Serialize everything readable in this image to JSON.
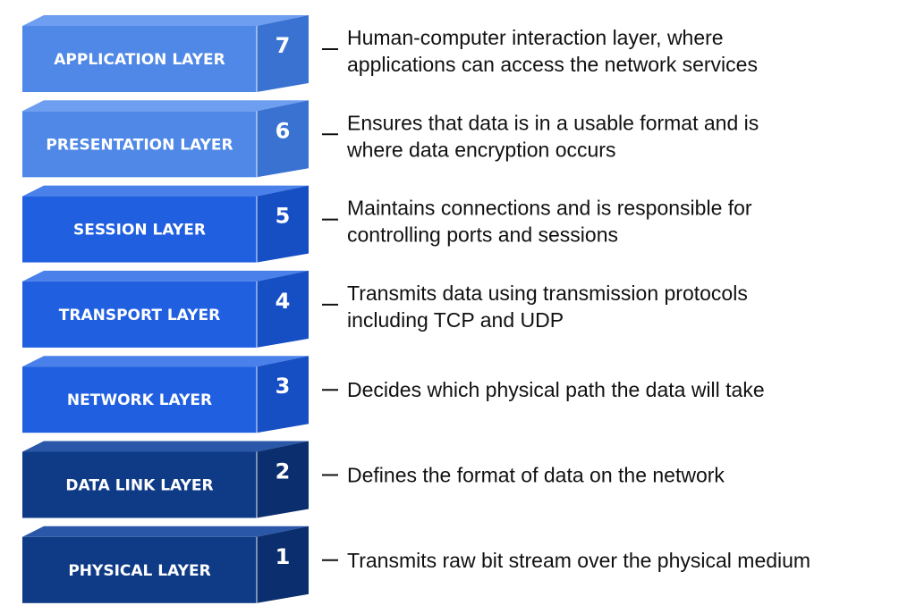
{
  "diagram": {
    "layers": [
      {
        "number": "7",
        "name": "APPLICATION LAYER",
        "description": [
          "Human-computer interaction layer, where",
          "applications can access the network services"
        ],
        "front_color": "#4f88e6",
        "top_color": "#6d9ef0",
        "side_color": "#3a72d2"
      },
      {
        "number": "6",
        "name": "PRESENTATION LAYER",
        "description": [
          "Ensures that data is in a usable format and is",
          "where data encryption occurs"
        ],
        "front_color": "#4f88e6",
        "top_color": "#6d9ef0",
        "side_color": "#3a72d2"
      },
      {
        "number": "5",
        "name": "SESSION LAYER",
        "description": [
          "Maintains connections and is responsible for",
          "controlling ports and sessions"
        ],
        "front_color": "#1f5fe0",
        "top_color": "#4a80ea",
        "side_color": "#164ec4"
      },
      {
        "number": "4",
        "name": "TRANSPORT LAYER",
        "description": [
          "Transmits data using transmission protocols",
          "including TCP and UDP"
        ],
        "front_color": "#1f5fe0",
        "top_color": "#4a80ea",
        "side_color": "#164ec4"
      },
      {
        "number": "3",
        "name": "NETWORK LAYER",
        "description": [
          "Decides which physical path the data will take"
        ],
        "front_color": "#1f5fe0",
        "top_color": "#4a80ea",
        "side_color": "#164ec4"
      },
      {
        "number": "2",
        "name": "DATA LINK LAYER",
        "description": [
          "Defines the format of data on the network"
        ],
        "front_color": "#0e3a86",
        "top_color": "#2a57a8",
        "side_color": "#0a2e6e"
      },
      {
        "number": "1",
        "name": "PHYSICAL LAYER",
        "description": [
          "Transmits raw bit stream over the physical medium"
        ],
        "front_color": "#0e3a86",
        "top_color": "#2a57a8",
        "side_color": "#0a2e6e"
      }
    ]
  }
}
